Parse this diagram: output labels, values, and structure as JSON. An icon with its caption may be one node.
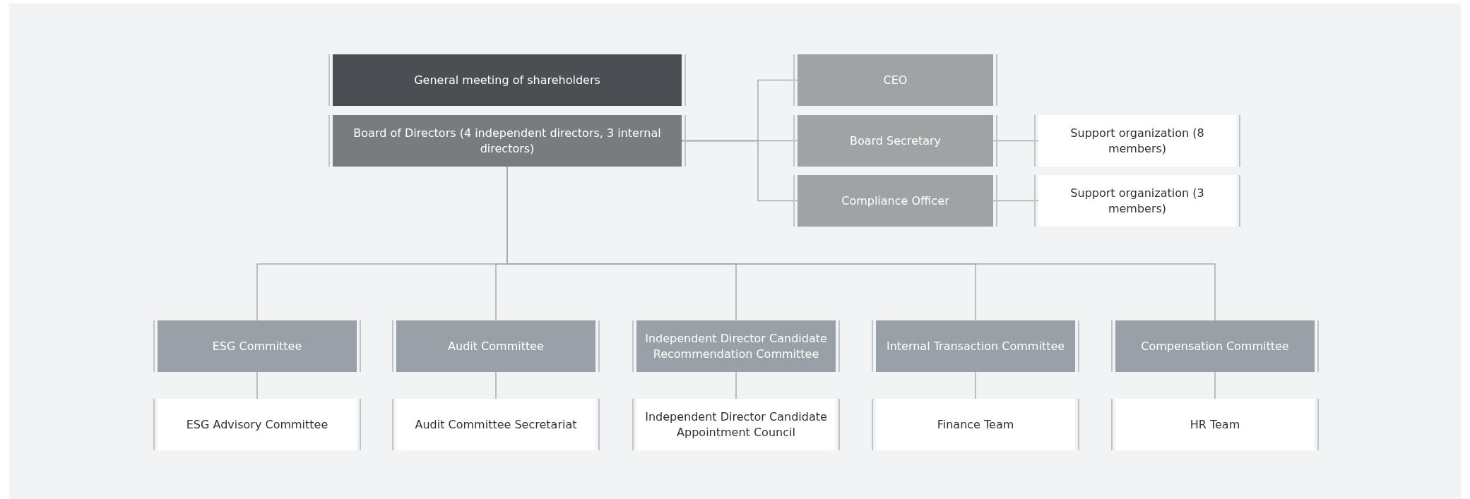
{
  "diagram": {
    "nodes": [
      {
        "text": [
          "General meeting of shareholders"
        ]
      },
      {
        "text": [
          "Board of Directors (4 independent directors, 3 internal directors)"
        ]
      },
      {
        "text": [
          "CEO"
        ]
      },
      {
        "text": [
          "Board Secretary"
        ]
      },
      {
        "text": [
          "Support organization (8 members)"
        ]
      },
      {
        "text": [
          "Compliance Officer"
        ]
      },
      {
        "text": [
          "Support organization (3 members)"
        ]
      },
      {
        "text": [
          "ESG Committee"
        ]
      },
      {
        "text": [
          "Audit Committee"
        ]
      },
      {
        "text": [
          "Independent Director Candidate Recommendation Committee"
        ]
      },
      {
        "text": [
          "Internal Transaction Committee"
        ]
      },
      {
        "text": [
          "Compensation Committee"
        ]
      },
      {
        "text": [
          "ESG Advisory Committee"
        ]
      },
      {
        "text": [
          "Audit Committee Secretariat"
        ]
      },
      {
        "text": [
          "Independent Director Candidate Appointment Council"
        ]
      },
      {
        "text": [
          "Finance Team"
        ]
      },
      {
        "text": [
          "HR Team"
        ]
      }
    ],
    "edges": [
      {
        "from": 1,
        "to": 2,
        "arrow": "none"
      },
      {
        "from": 1,
        "to": 3,
        "arrow": "none"
      },
      {
        "from": 1,
        "to": 5,
        "arrow": "none"
      },
      {
        "from": 3,
        "to": 4,
        "arrow": "none"
      },
      {
        "from": 5,
        "to": 6,
        "arrow": "none"
      },
      {
        "from": 1,
        "to": 7,
        "arrow": "none"
      },
      {
        "from": 1,
        "to": 8,
        "arrow": "none"
      },
      {
        "from": 1,
        "to": 9,
        "arrow": "none"
      },
      {
        "from": 1,
        "to": 10,
        "arrow": "none"
      },
      {
        "from": 1,
        "to": 11,
        "arrow": "none"
      },
      {
        "from": 7,
        "to": 12,
        "arrow": "none"
      },
      {
        "from": 8,
        "to": 13,
        "arrow": "none"
      },
      {
        "from": 9,
        "to": 14,
        "arrow": "none"
      },
      {
        "from": 10,
        "to": 15,
        "arrow": "none"
      },
      {
        "from": 11,
        "to": 16,
        "arrow": "none"
      }
    ]
  }
}
